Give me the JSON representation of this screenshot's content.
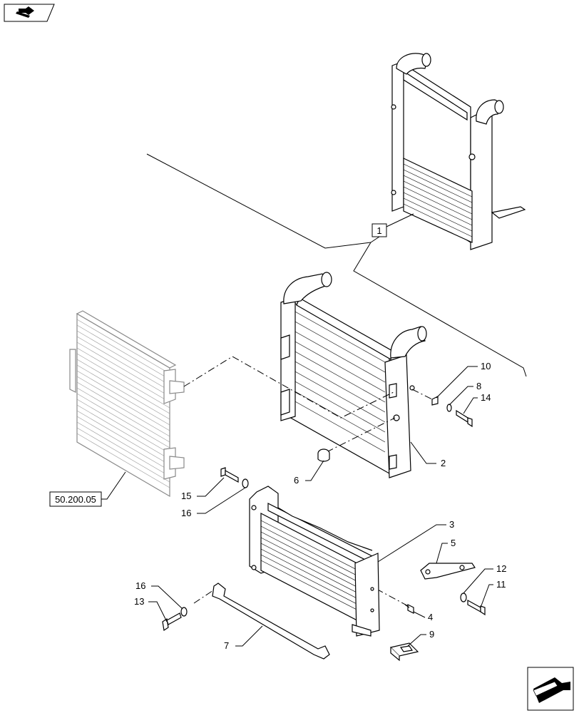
{
  "diagram": {
    "assembly_callout": "1",
    "reference_label": "50.200.05",
    "callouts": [
      "2",
      "3",
      "4",
      "5",
      "6",
      "7",
      "8",
      "9",
      "10",
      "11",
      "12",
      "13",
      "14",
      "15",
      "16",
      "16"
    ]
  },
  "icons": {
    "top_left": "book-arrow-icon",
    "bottom_right": "next-page-arrow-icon"
  }
}
